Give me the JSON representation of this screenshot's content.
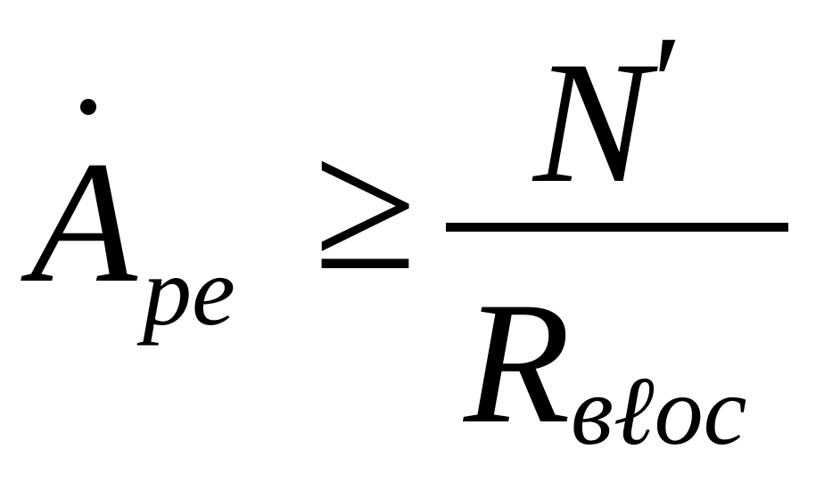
{
  "formula": {
    "left_variable": "A",
    "left_subscript": "pe",
    "relation": "≥",
    "numerator": "N",
    "numerator_prime": "′",
    "denominator_variable": "R",
    "denominator_subscript": "вℓoc"
  }
}
